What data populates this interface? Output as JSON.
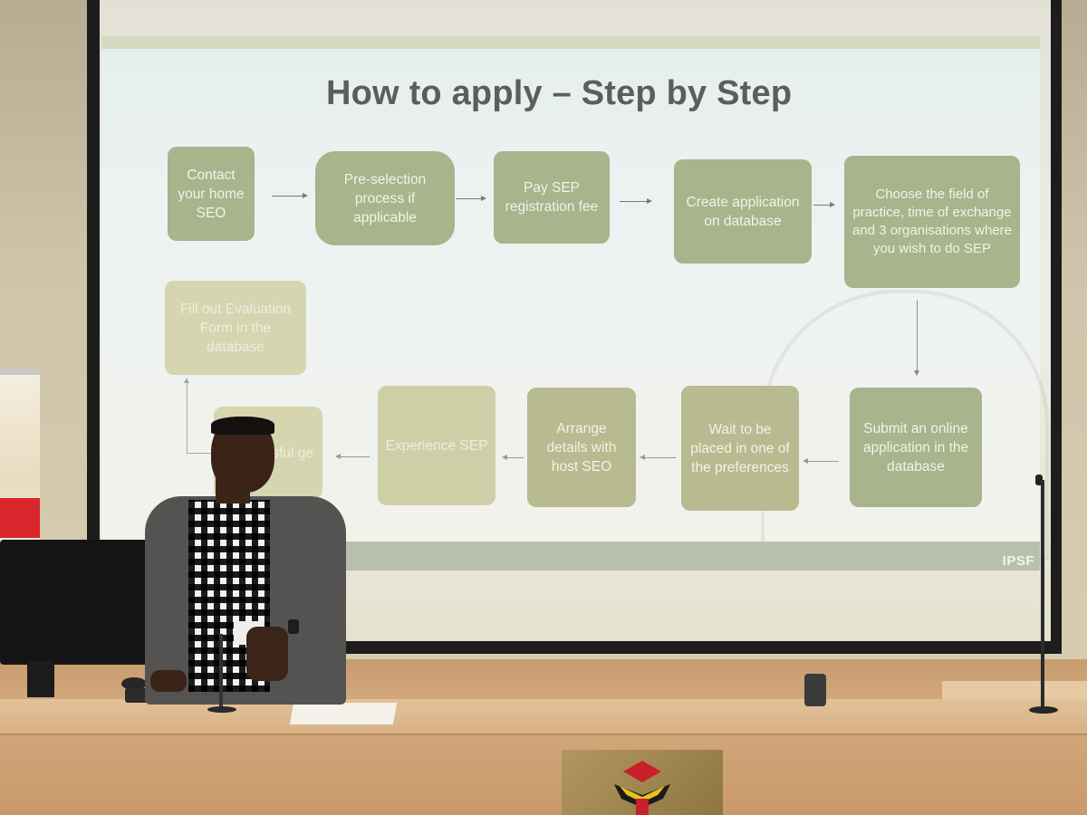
{
  "slide": {
    "title": "How to apply – Step by Step",
    "footer_logo": "IPSF",
    "steps_top": [
      {
        "id": "contact",
        "label": "Contact your home SEO"
      },
      {
        "id": "preselect",
        "label": "Pre-selection process if applicable"
      },
      {
        "id": "pay",
        "label": "Pay SEP registration fee"
      },
      {
        "id": "create",
        "label": "Create application on database"
      },
      {
        "id": "choose",
        "label": "Choose the field of practice, time of exchange and 3 organisations where you wish to do SEP"
      }
    ],
    "steps_bottom": [
      {
        "id": "submit",
        "label": "Submit an online application in the database"
      },
      {
        "id": "wait",
        "label": "Wait to be placed in one of the preferences"
      },
      {
        "id": "arrange",
        "label": "Arrange details with host SEO"
      },
      {
        "id": "experience",
        "label": "Experience SEP"
      },
      {
        "id": "successful",
        "label": "ssful ge"
      }
    ],
    "step_final": {
      "id": "evaluate",
      "label": "Fill out Evaluation Form in the database"
    }
  },
  "colors": {
    "box_green": "#a9b38c",
    "box_faded": "#d5d5b0",
    "slide_bg": "#eef3f2",
    "desk": "#d4aa7d",
    "banner_red": "#d9262c"
  }
}
